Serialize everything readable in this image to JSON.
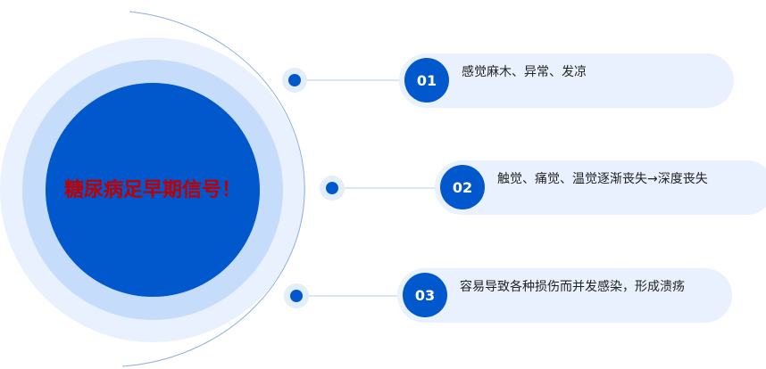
{
  "title": "糖尿病足早期信号！",
  "items": [
    {
      "number": "01",
      "text": "感觉麻木、异常、发凉"
    },
    {
      "number": "02",
      "text": "触觉、痛觉、温觉逐渐丧失→深度丧失"
    },
    {
      "number": "03",
      "text": "容易导致各种损伤而并发感染，形成溃疡"
    }
  ],
  "colors": {
    "primary": "#0058cc",
    "title": "#c00000",
    "pill": "#e8f1fd",
    "ring_outer": "#e8f1fd",
    "ring_mid": "#c5dcfa"
  }
}
